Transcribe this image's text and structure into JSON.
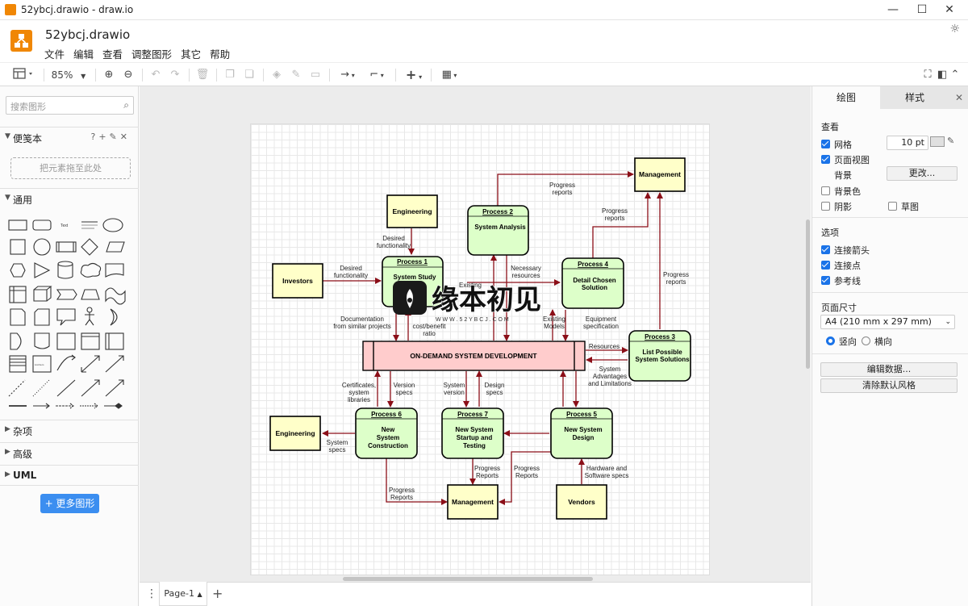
{
  "window": {
    "title": "52ybcj.drawio - draw.io",
    "min": "—",
    "max": "☐",
    "close": "✕"
  },
  "header": {
    "filename": "52ybcj.drawio",
    "menu": [
      "文件",
      "编辑",
      "查看",
      "调整图形",
      "其它",
      "帮助"
    ]
  },
  "toolbar": {
    "zoom": "85%"
  },
  "left": {
    "search_placeholder": "搜索图形",
    "scratchpad": "便笺本",
    "dropzone": "把元素拖至此处",
    "general": "通用",
    "misc": "杂项",
    "advanced": "高级",
    "uml": "UML",
    "more_shapes": "+ 更多图形"
  },
  "right": {
    "tab_diagram": "绘图",
    "tab_style": "样式",
    "view": "查看",
    "grid": "网格",
    "grid_size": "10 pt",
    "page_view": "页面视图",
    "background": "背景",
    "change": "更改...",
    "bg_color": "背景色",
    "shadow": "阴影",
    "sketch": "草图",
    "options": "选项",
    "connection_arrows": "连接箭头",
    "connection_points": "连接点",
    "guides": "参考线",
    "paper_size": "页面尺寸",
    "paper_value": "A4 (210 mm x 297 mm)",
    "portrait": "竖向",
    "landscape": "横向",
    "edit_data": "编辑数据...",
    "clear_style": "清除默认风格"
  },
  "bottom": {
    "page_tab": "Page-1"
  },
  "watermark": {
    "cn": "缘本初见",
    "url": "W W W . 5 2 Y B C J . C O M"
  },
  "diagram": {
    "nodes": {
      "management_top": "Management",
      "engineering_top": "Engineering",
      "investors": "Investors",
      "engineering_left": "Engineering",
      "management_bottom": "Management",
      "vendors": "Vendors",
      "central": "ON-DEMAND SYSTEM DEVELOPMENT",
      "p1_title": "Process 1",
      "p1_body": "System Study",
      "p2_title": "Process 2",
      "p2_body": "System Analysis",
      "p3_title": "Process 3",
      "p3_body1": "List Possible",
      "p3_body2": "System Solutions",
      "p4_title": "Process 4",
      "p4_body1": "Detail Chosen",
      "p4_body2": "Solution",
      "p5_title": "Process 5",
      "p5_body1": "New System",
      "p5_body2": "Design",
      "p6_title": "Process 6",
      "p6_body1": "New",
      "p6_body2": "System",
      "p6_body3": "Construction",
      "p7_title": "Process 7",
      "p7_body1": "New System",
      "p7_body2": "Startup and",
      "p7_body3": "Testing"
    },
    "labels": {
      "progress_reports_1a": "Progress",
      "progress_reports_1b": "reports",
      "progress_reports_2a": "Progress",
      "progress_reports_2b": "reports",
      "progress_reports_3a": "Progress",
      "progress_reports_3b": "reports",
      "desired_func_1a": "Desired",
      "desired_func_1b": "functionality",
      "desired_func_2a": "Desired",
      "desired_func_2b": "functionality",
      "necessary_a": "Necessary",
      "necessary_b": "resources",
      "existing": "Existing",
      "documentation_a": "Documentation",
      "documentation_b": "from similar projects",
      "costbenefit_a": "cost/benefit",
      "costbenefit_b": "ratio",
      "existing_models_a": "Existing",
      "existing_models_b": "Models",
      "equipment_a": "Equipment",
      "equipment_b": "specification",
      "resources": "Resources",
      "advantages_a": "System",
      "advantages_b": "Advantages",
      "advantages_c": "and Limitations",
      "certificates_a": "Certificates,",
      "certificates_b": "system",
      "certificates_c": "libraries",
      "version_specs_a": "Version",
      "version_specs_b": "specs",
      "system_version_a": "System",
      "system_version_b": "version",
      "design_specs_a": "Design",
      "design_specs_b": "specs",
      "system_specs_a": "System",
      "system_specs_b": "specs",
      "progress_a1": "Progress",
      "progress_a2": "Reports",
      "progress_b1": "Progress",
      "progress_b2": "Reports",
      "progress_c1": "Progress",
      "progress_c2": "Reports",
      "hardware_a": "Hardware and",
      "hardware_b": "Software specs"
    }
  }
}
